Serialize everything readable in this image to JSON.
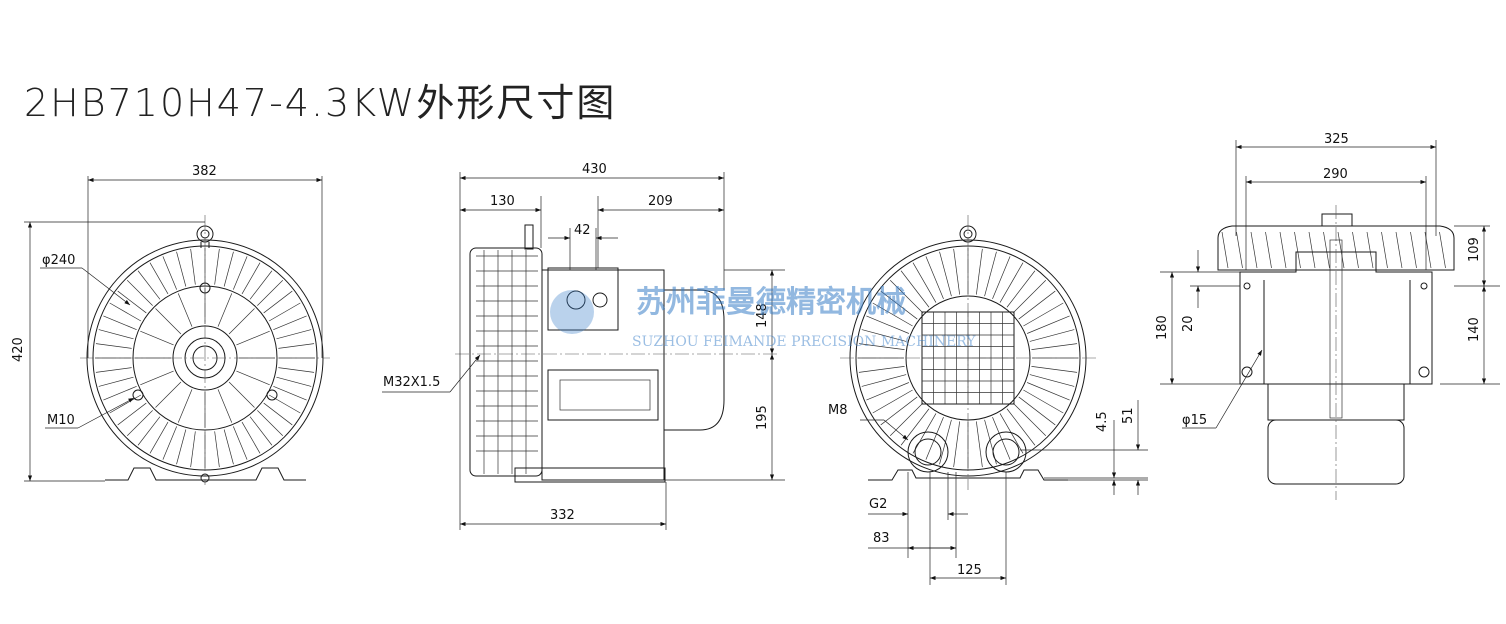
{
  "title": "2HB710H47-4.3KW外形尺寸图",
  "watermark": {
    "cn": "苏州菲曼德精密机械",
    "en": "SUZHOU FEIMANDE PRECISION MACHINERY"
  },
  "front_view": {
    "width": "382",
    "height": "420",
    "diameter": "φ240",
    "thread": "M10"
  },
  "side_view": {
    "overall": "430",
    "left": "130",
    "right": "209",
    "gap": "42",
    "height_148": "148",
    "height_195": "195",
    "base": "332",
    "thread": "M32X1.5"
  },
  "rear_view": {
    "thread": "M8",
    "port": "G2",
    "d83": "83",
    "d125": "125",
    "h45": "4.5",
    "h51": "51"
  },
  "top_view": {
    "outer": "325",
    "inner": "290",
    "h109": "109",
    "h180": "180",
    "h20": "20",
    "h140": "140",
    "hole": "φ15"
  }
}
